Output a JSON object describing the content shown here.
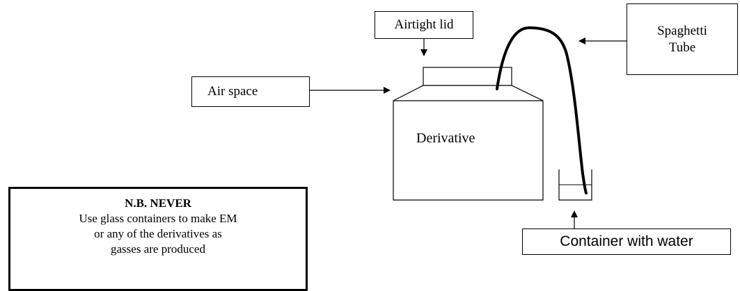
{
  "labels": {
    "airtight_lid": "Airtight lid",
    "spaghetti_tube_line1": "Spaghetti",
    "spaghetti_tube_line2": "Tube",
    "air_space": "Air space",
    "derivative": "Derivative",
    "container_with_water": "Container with water"
  },
  "warning": {
    "title": "N.B. NEVER",
    "line1": "Use glass containers to make EM",
    "line2": "or any of the derivatives as",
    "line3": "gasses are produced"
  }
}
